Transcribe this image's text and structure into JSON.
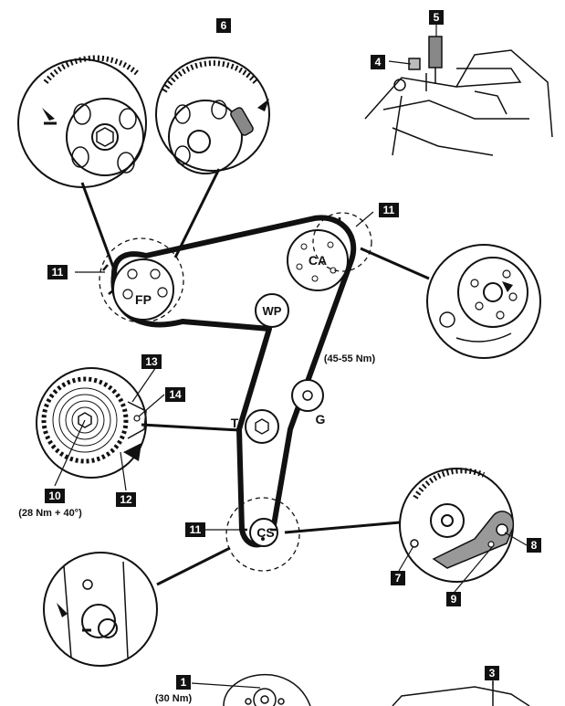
{
  "pulleys": {
    "fp": "FP",
    "ca": "CA",
    "wp": "WP",
    "cs": "CS",
    "tensioner": "T",
    "idler": "G"
  },
  "callouts": {
    "n1": "1",
    "n3": "3",
    "n4": "4",
    "n5": "5",
    "n6": "6",
    "n7": "7",
    "n8": "8",
    "n9": "9",
    "n10": "10",
    "n11_fp": "11",
    "n11_ca": "11",
    "n11_cs": "11",
    "n12": "12",
    "n13": "13",
    "n14": "14"
  },
  "torques": {
    "idler": "(45-55 Nm)",
    "tensioner": "(28 Nm + 40°)",
    "crank_bolt": "(30 Nm)"
  },
  "colors": {
    "line": "#111111",
    "badge": "#111111",
    "badge_text": "#ffffff",
    "tool_fill": "#888888"
  }
}
